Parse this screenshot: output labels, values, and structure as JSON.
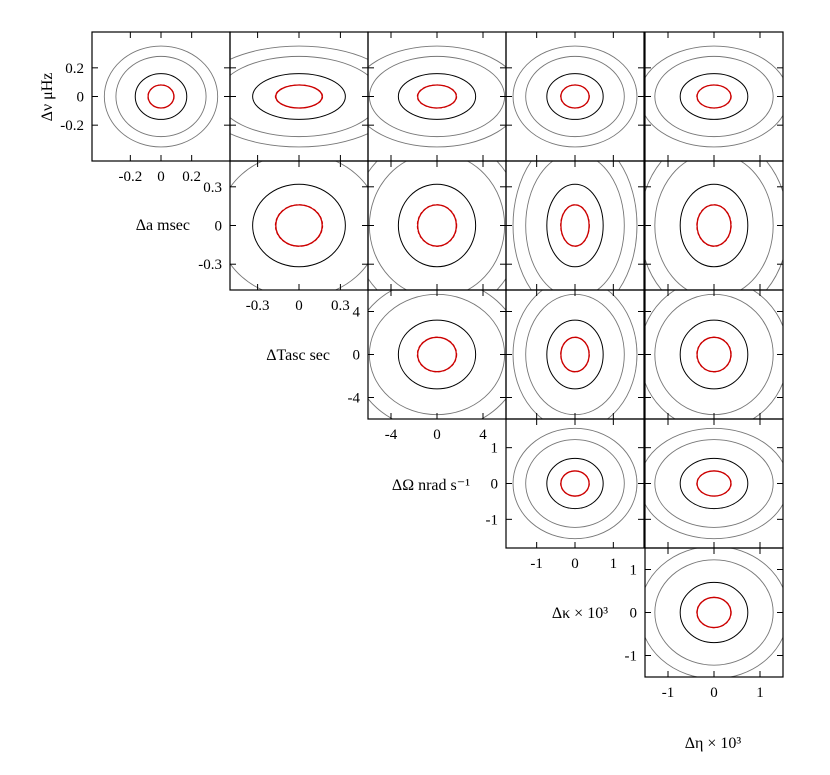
{
  "chart_data": {
    "type": "contour-corner-plot",
    "params": [
      {
        "label": "Δν μHz",
        "ticks": [
          -0.2,
          0,
          0.2
        ],
        "tick_labels": [
          "-0.2",
          "0",
          "0.2"
        ],
        "range": [
          -0.45,
          0.45
        ],
        "sigma": 0.08
      },
      {
        "label": "Δa msec",
        "ticks": [
          -0.3,
          0,
          0.3
        ],
        "tick_labels": [
          "-0.3",
          "0",
          "0.3"
        ],
        "range": [
          -0.5,
          0.5
        ],
        "sigma": 0.16
      },
      {
        "label": "ΔTasc sec",
        "ticks": [
          -4,
          0,
          4
        ],
        "tick_labels": [
          "-4",
          "0",
          "4"
        ],
        "range": [
          -6,
          6
        ],
        "sigma": 1.6
      },
      {
        "label": "ΔΩ nrad s⁻¹",
        "ticks": [
          -1,
          0,
          1
        ],
        "tick_labels": [
          "-1",
          "0",
          "1"
        ],
        "range": [
          -1.8,
          1.8
        ],
        "sigma": 0.35
      },
      {
        "label": "Δκ × 10³",
        "ticks": [
          -1,
          0,
          1
        ],
        "tick_labels": [
          "-1",
          "0",
          "1"
        ],
        "range": [
          -1.5,
          1.5
        ],
        "sigma": 0.35
      },
      {
        "label": "Δη × 10³",
        "ticks": [
          -1,
          0,
          1
        ],
        "tick_labels": [
          "-1",
          "0",
          "1"
        ],
        "range": [
          -1.5,
          1.5
        ],
        "sigma": 0.35
      }
    ],
    "contour_levels_sigma": [
      1,
      2,
      3
    ],
    "series": [
      {
        "style": "solid-red"
      },
      {
        "style": "dashed-red"
      }
    ],
    "contour_colors": {
      "inner": "#cc0000",
      "mid": "#000000",
      "outer": "#777777"
    }
  }
}
